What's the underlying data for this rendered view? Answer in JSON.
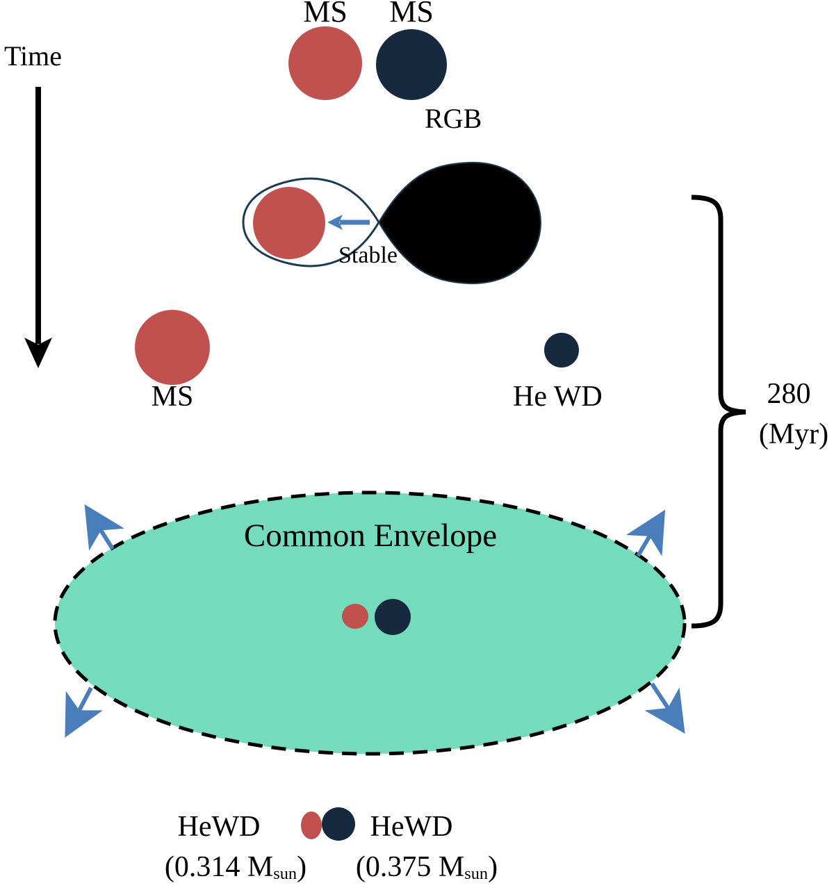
{
  "diagram": {
    "type": "binary-star-evolution-sequence",
    "description": "Evolution of a binary star system from two main-sequence stars through RGB stable mass transfer, He WD formation, common-envelope phase, to a double helium white dwarf",
    "stages": [
      {
        "name": "initial-binary",
        "star1": "MS",
        "star2": "MS"
      },
      {
        "name": "stable-mass-transfer",
        "donor": "RGB",
        "transfer_mode": "Stable"
      },
      {
        "name": "post-mass-transfer",
        "star1": "MS",
        "star2": "He WD"
      },
      {
        "name": "common-envelope",
        "label": "Common Envelope"
      },
      {
        "name": "final-double-white-dwarf",
        "star1": "HeWD (0.314 Msun)",
        "star2": "HeWD (0.375 Msun)"
      }
    ],
    "elapsed_time": {
      "value": "280",
      "unit": "(Myr)"
    }
  },
  "labels": {
    "time": "Time",
    "ms_top_left": "MS",
    "ms_top_right": "MS",
    "rgb": "RGB",
    "stable": "Stable",
    "ms_stage3": "MS",
    "he_wd": "He WD",
    "duration_value": "280",
    "duration_unit": "(Myr)",
    "common_envelope": "Common Envelope",
    "hewd_left_name": "HeWD",
    "hewd_left_mass_prefix": "(0.314 M",
    "hewd_left_mass_sub": "sun",
    "hewd_left_mass_suffix": ")",
    "hewd_right_name": "HeWD",
    "hewd_right_mass_prefix": "(0.375 M",
    "hewd_right_mass_sub": "sun",
    "hewd_right_mass_suffix": ")"
  },
  "colors": {
    "primary_star_red": "#C0514E",
    "secondary_star_navy": "#17293F",
    "rgb_lobe_black": "#000000",
    "lobe_outline": "#1C3A50",
    "envelope_teal": "#74DBBC",
    "arrow_blue": "#4A7EBB",
    "text_black": "#000000"
  }
}
